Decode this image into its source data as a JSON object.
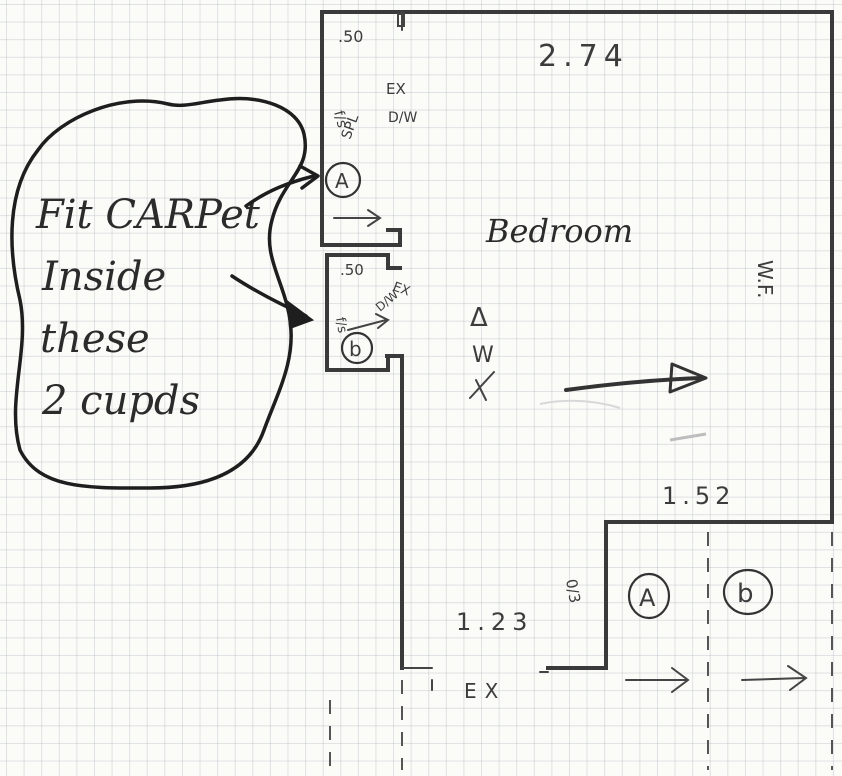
{
  "dimensions": {
    "top": "2.74",
    "right_lower": "1.52",
    "bottom_left": "1.23"
  },
  "room": {
    "label": "Bedroom",
    "wardrobe_label": "W.F.",
    "door_symbol": "Δ",
    "window_mark": "W"
  },
  "cupboard_a": {
    "width": ".50",
    "ex": "EX",
    "dw": "D/W",
    "fs": "f/s",
    "spl": "SPL",
    "marker": "A"
  },
  "cupboard_b": {
    "width": ".50",
    "ex": "EX",
    "dw": "D/W",
    "fs": "f/s",
    "marker": "b"
  },
  "lower_markers": {
    "a": "A",
    "b": "b",
    "side_mark": "0/3"
  },
  "bottom_ex": "EX",
  "note": {
    "line1": "Fit CARPet",
    "line2": "Inside",
    "line3": "these",
    "line4": "2 cupds"
  },
  "colors": {
    "ink": "#3a3a3a",
    "paper": "#fbfbf8",
    "grid": "#9aa0aa"
  }
}
